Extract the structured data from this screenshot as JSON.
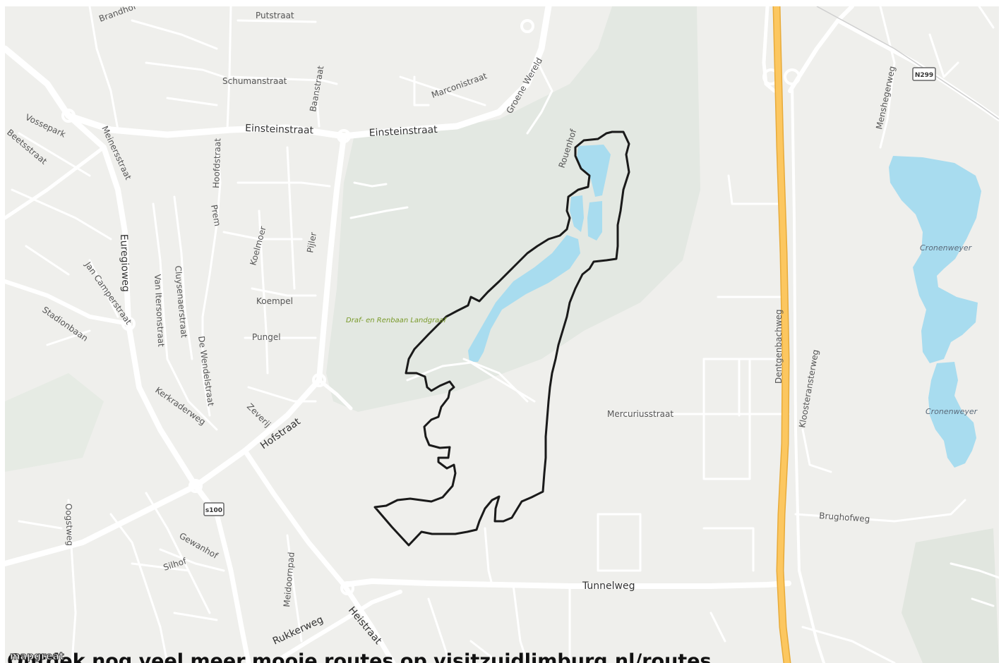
{
  "map": {
    "colors": {
      "land": "#efefec",
      "park": "#e3e8e2",
      "water": "#a8dcef",
      "road": "#ffffff",
      "highway": "#fcc760",
      "route": "#1a1a1a"
    },
    "roads": [
      {
        "name": "Putstraat"
      },
      {
        "name": "Schumanstraat"
      },
      {
        "name": "Baanstraat"
      },
      {
        "name": "Einsteinstraat"
      },
      {
        "name": "Einsteinstraat"
      },
      {
        "name": "Marconistraat"
      },
      {
        "name": "Groene Wereld"
      },
      {
        "name": "Rouenhof"
      },
      {
        "name": "Hoofdstraat"
      },
      {
        "name": "Prem"
      },
      {
        "name": "Koelmoer"
      },
      {
        "name": "Pijler"
      },
      {
        "name": "Koempel"
      },
      {
        "name": "Pungel"
      },
      {
        "name": "Zeverij"
      },
      {
        "name": "Hofstraat"
      },
      {
        "name": "Vossepark"
      },
      {
        "name": "Meinersstraat"
      },
      {
        "name": "Euregioweg"
      },
      {
        "name": "Jan Camperstraat"
      },
      {
        "name": "Stadionbaan"
      },
      {
        "name": "Van Itersonstraat"
      },
      {
        "name": "Cluysenaerstraat"
      },
      {
        "name": "De Wendelstraat"
      },
      {
        "name": "Kerkraderweg"
      },
      {
        "name": "Gewanhof"
      },
      {
        "name": "Silhof"
      },
      {
        "name": "Oogstweg"
      },
      {
        "name": "Meidoornpad"
      },
      {
        "name": "Rukkerweg"
      },
      {
        "name": "Heistraat"
      },
      {
        "name": "Tunnelweg"
      },
      {
        "name": "Mercuriusstraat"
      },
      {
        "name": "Dentgenbachweg"
      },
      {
        "name": "Kloosteransterweg"
      },
      {
        "name": "Brughofweg"
      },
      {
        "name": "Menshegerweg"
      },
      {
        "name": "Brandhof"
      },
      {
        "name": "Beetsstraat"
      }
    ],
    "places": [
      {
        "name": "Draf- en Renbaan Landgraaf"
      }
    ],
    "water": [
      {
        "name": "Cronenweyer"
      },
      {
        "name": "Cronenweyer"
      }
    ],
    "shields": [
      "N299",
      "s100"
    ]
  },
  "footer": {
    "logo": "mapgreat",
    "text": "Ontdek nog veel meer mooie routes op visitzuidlimburg.nl/routes"
  }
}
